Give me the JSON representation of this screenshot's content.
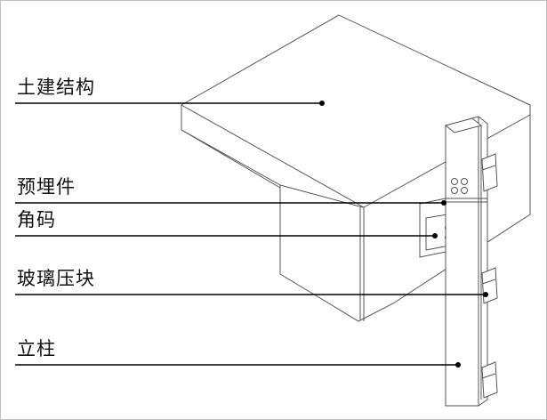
{
  "labels": {
    "structure": "土建结构",
    "embedded_part": "预埋件",
    "corner_code": "角码",
    "glass_clamp": "玻璃压块",
    "column": "立柱"
  }
}
